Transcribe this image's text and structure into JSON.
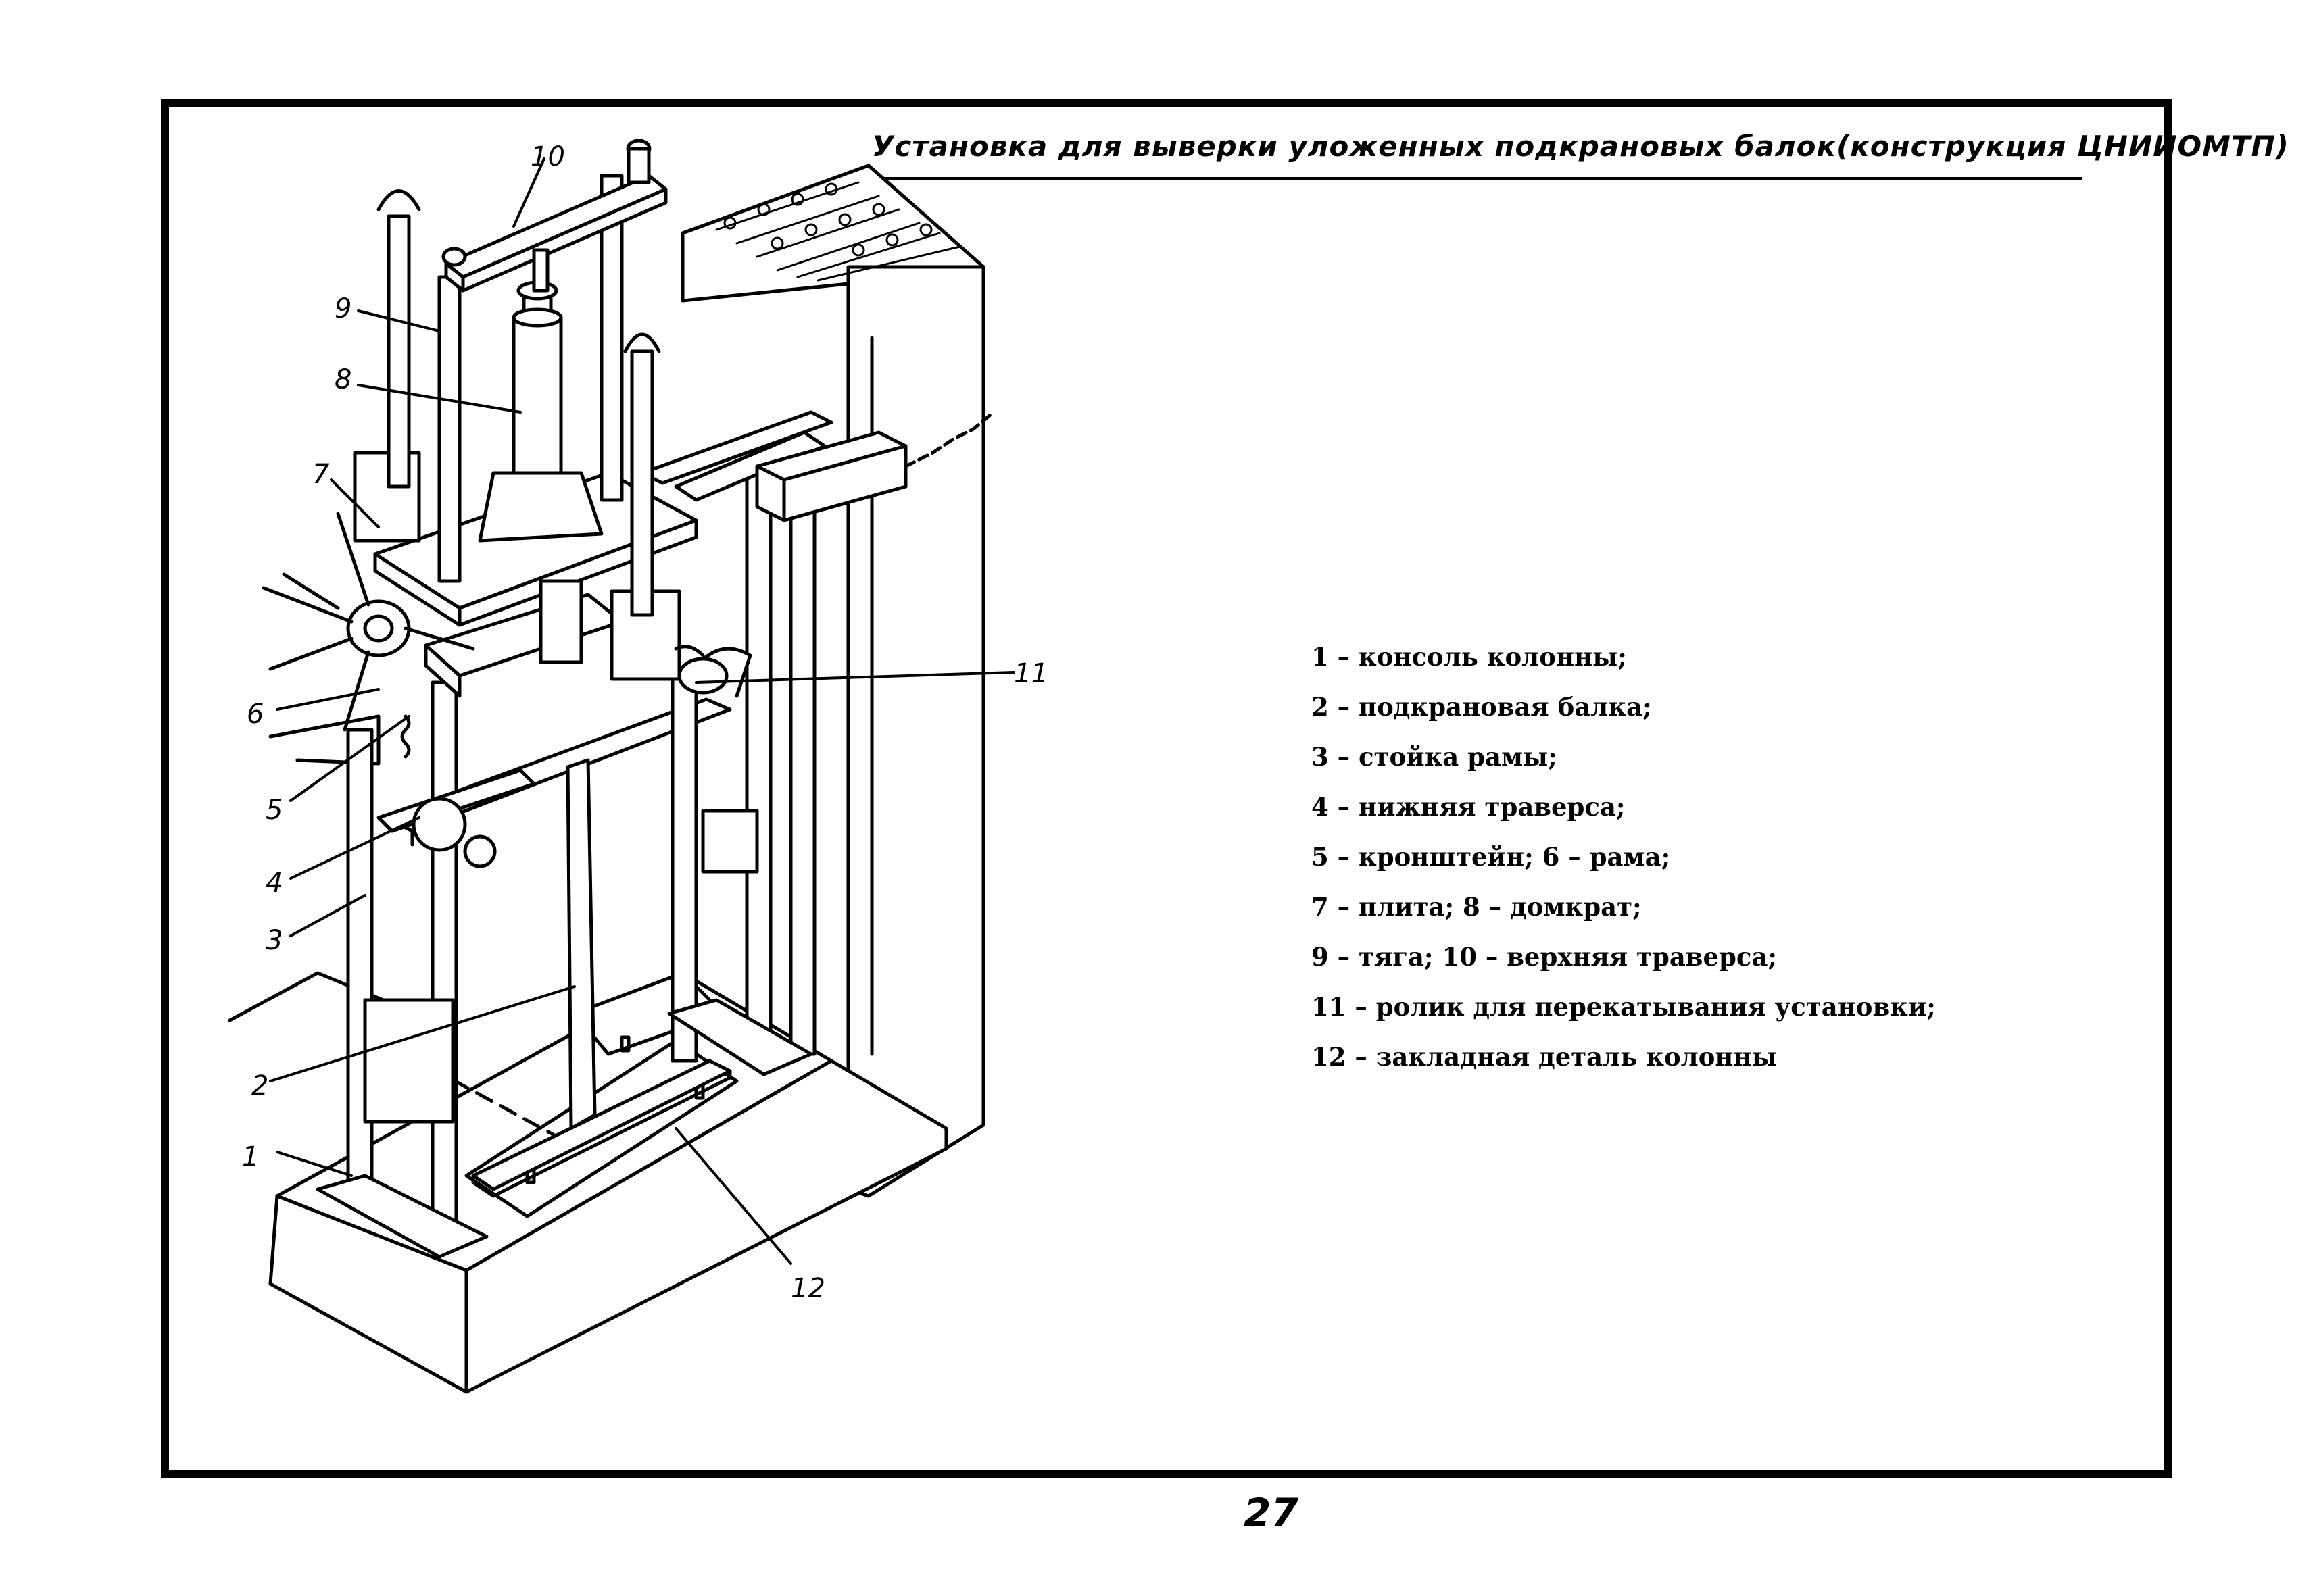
{
  "title": "Установка для выверки уложенных подкрановых балок(конструкция ЦНИИОМТП)",
  "legend": [
    "1 – консоль колонны;",
    "2 – подкрановая балка;",
    "3 – стойка рамы;",
    "4 – нижняя траверса;",
    "5 – кронштейн; 6 – рама;",
    "7 – плита; 8 – домкрат;",
    "9 – тяга; 10 – верхняя траверса;",
    "11 – ролик для перекатывания установки;",
    "12 – закладная деталь колонны"
  ],
  "callouts": [
    "1",
    "2",
    "3",
    "4",
    "5",
    "6",
    "7",
    "8",
    "9",
    "10",
    "11",
    "12"
  ],
  "page_number": "27"
}
